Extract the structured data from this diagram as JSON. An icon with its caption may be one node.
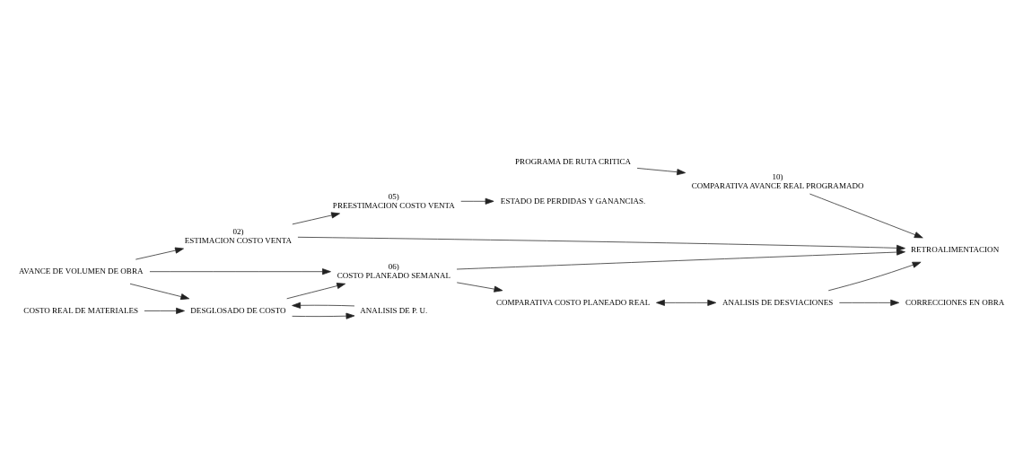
{
  "diagram": {
    "nodes": [
      {
        "text": [
          "PROGRAMA DE RUTA CRITICA"
        ]
      },
      {
        "text": [
          "AVANCE DE VOLUMEN DE OBRA"
        ]
      },
      {
        "text": [
          "COSTO REAL DE MATERIALES"
        ]
      },
      {
        "text": [
          "10)",
          "COMPARATIVA AVANCE REAL PROGRAMADO"
        ]
      },
      {
        "text": [
          "02)",
          "ESTIMACION COSTO VENTA"
        ]
      },
      {
        "text": [
          "05)",
          "PREESTIMACION COSTO VENTA"
        ]
      },
      {
        "text": [
          "06)",
          "COSTO PLANEADO SEMANAL"
        ]
      },
      {
        "text": [
          "RETROALIMENTACION"
        ]
      },
      {
        "text": [
          "ESTADO DE PERDIDAS Y GANANCIAS."
        ]
      },
      {
        "text": [
          "DESGLOSADO DE COSTO"
        ]
      },
      {
        "text": [
          "ANALISIS DE P. U."
        ]
      },
      {
        "text": [
          "COMPARATIVA COSTO PLANEADO REAL"
        ]
      },
      {
        "text": [
          "ANALISIS DE DESVIACIONES"
        ]
      },
      {
        "text": [
          "CORRECCIONES EN OBRA"
        ]
      }
    ],
    "edges": [
      {
        "from": 0,
        "to": 3,
        "arrow": "to"
      },
      {
        "from": 1,
        "to": 4,
        "arrow": "to"
      },
      {
        "from": 1,
        "to": 6,
        "arrow": "to"
      },
      {
        "from": 1,
        "to": 9,
        "arrow": "to"
      },
      {
        "from": 2,
        "to": 9,
        "arrow": "to"
      },
      {
        "from": 9,
        "to": 6,
        "arrow": "to"
      },
      {
        "from": 9,
        "to": 10,
        "arrow": "to"
      },
      {
        "from": 10,
        "to": 9,
        "arrow": "to"
      },
      {
        "from": 3,
        "to": 7,
        "arrow": "to"
      },
      {
        "from": 4,
        "to": 5,
        "arrow": "to"
      },
      {
        "from": 4,
        "to": 7,
        "arrow": "to"
      },
      {
        "from": 6,
        "to": 7,
        "arrow": "to"
      },
      {
        "from": 5,
        "to": 8,
        "arrow": "to"
      },
      {
        "from": 6,
        "to": 11,
        "arrow": "to"
      },
      {
        "from": 11,
        "to": 12,
        "arrow": "both"
      },
      {
        "from": 12,
        "to": 13,
        "arrow": "to"
      },
      {
        "from": 12,
        "to": 7,
        "arrow": "to"
      }
    ]
  }
}
